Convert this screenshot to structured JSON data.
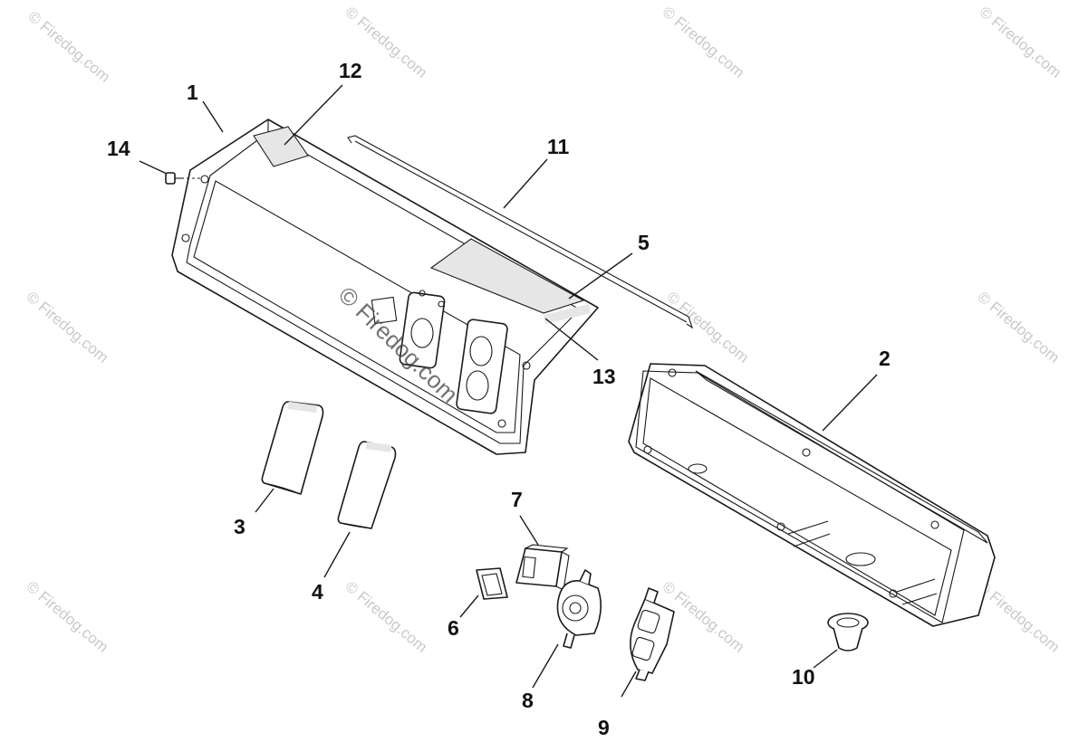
{
  "watermark": {
    "text": "Firedog.com",
    "copyright_symbol": "©"
  },
  "callouts": [
    {
      "id": "1",
      "label": "1"
    },
    {
      "id": "2",
      "label": "2"
    },
    {
      "id": "3",
      "label": "3"
    },
    {
      "id": "4",
      "label": "4"
    },
    {
      "id": "5",
      "label": "5"
    },
    {
      "id": "6",
      "label": "6"
    },
    {
      "id": "7",
      "label": "7"
    },
    {
      "id": "8",
      "label": "8"
    },
    {
      "id": "9",
      "label": "9"
    },
    {
      "id": "10",
      "label": "10"
    },
    {
      "id": "11",
      "label": "11"
    },
    {
      "id": "12",
      "label": "12"
    },
    {
      "id": "13",
      "label": "13"
    },
    {
      "id": "14",
      "label": "14"
    }
  ]
}
